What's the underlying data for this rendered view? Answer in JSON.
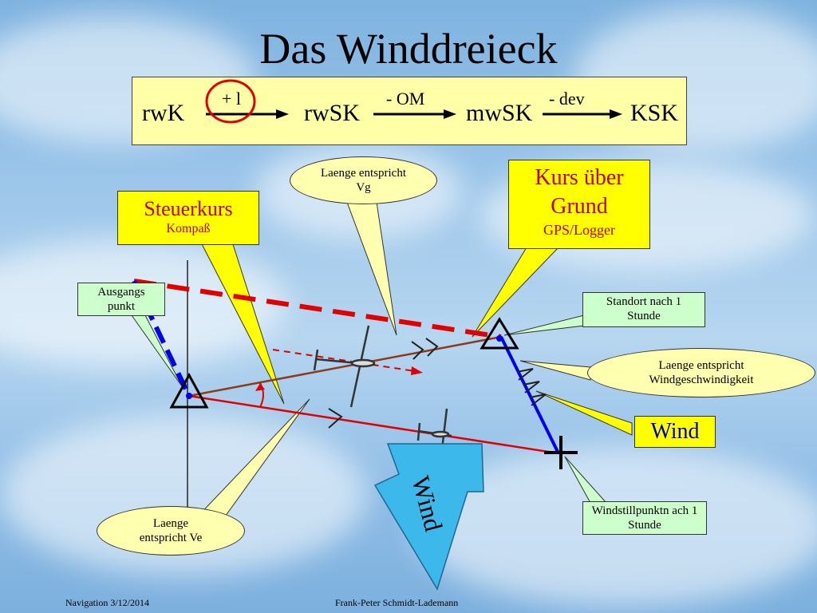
{
  "title": "Das Winddreieck",
  "formula": {
    "terms": [
      "rwK",
      "rwSK",
      "mwSK",
      "KSK"
    ],
    "ops": [
      "+ l",
      "- OM",
      "- dev"
    ]
  },
  "callouts": {
    "steuerkurs_title": "Steuerkurs",
    "steuerkurs_sub": "Kompaß",
    "kurs_title": "Kurs über Grund",
    "kurs_sub": "GPS/Logger",
    "laenge_vg": "Laenge entspricht Vg",
    "ausgangspunkt": "Ausgangs punkt",
    "standort": "Standort nach 1 Stunde",
    "laenge_wind": "Laenge entspricht Windgeschwindigkeit",
    "wind_label": "Wind",
    "windstill": "Windstillpunktn ach 1 Stunde",
    "laenge_ve": "Laenge entspricht Ve",
    "wind_arrow": "Wind"
  },
  "footer": {
    "left": "Navigation 3/12/2014",
    "center": "Frank-Peter Schmidt-Lademann"
  },
  "colors": {
    "formula_bg": "#ffffa8",
    "callout_yellow": "#ffff00",
    "callout_green": "#ccffcc",
    "red_line": "#e00000",
    "brown_line": "#8b3a1a",
    "blue_line": "#0000ee",
    "wind_arrow": "#33b5e5"
  }
}
